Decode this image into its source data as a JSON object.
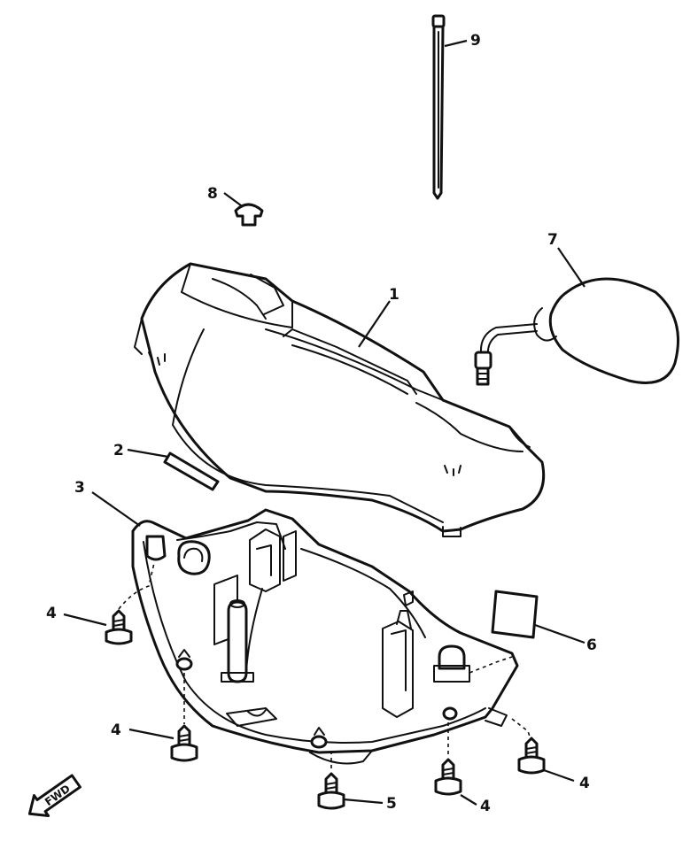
{
  "diagram": {
    "callouts": [
      {
        "id": "c1",
        "label": "1"
      },
      {
        "id": "c2",
        "label": "2"
      },
      {
        "id": "c3",
        "label": "3"
      },
      {
        "id": "c4a",
        "label": "4"
      },
      {
        "id": "c4b",
        "label": "4"
      },
      {
        "id": "c4c",
        "label": "4"
      },
      {
        "id": "c4d",
        "label": "4"
      },
      {
        "id": "c5",
        "label": "5"
      },
      {
        "id": "c6",
        "label": "6"
      },
      {
        "id": "c7",
        "label": "7"
      },
      {
        "id": "c8",
        "label": "8"
      },
      {
        "id": "c9",
        "label": "9"
      }
    ],
    "fwd_label": "FWD"
  }
}
